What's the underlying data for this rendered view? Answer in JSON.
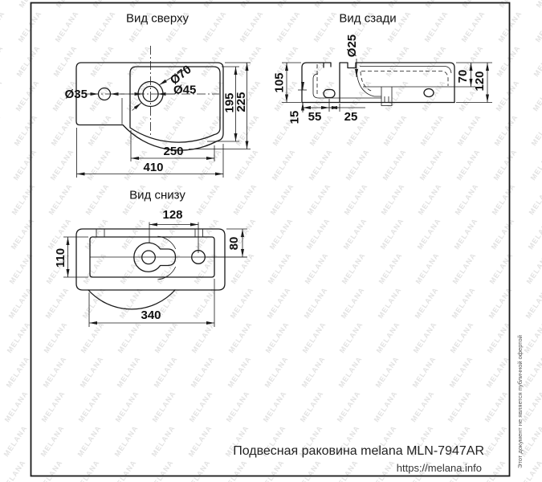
{
  "watermark": {
    "text": "MELANA",
    "color": "#e2e2e2"
  },
  "titles": {
    "top_view": "Вид сверху",
    "rear_view": "Вид сзади",
    "bottom_view": "Вид снизу"
  },
  "top_view": {
    "dims": {
      "d35": "Ø35",
      "d70": "Ø70",
      "d45": "Ø45",
      "h195": "195",
      "h225": "225",
      "w250": "250",
      "w410": "410"
    }
  },
  "rear_view": {
    "dims": {
      "d25": "Ø25",
      "h105": "105",
      "h15": "15",
      "w55": "55",
      "w25": "25",
      "h70": "70",
      "h120": "120"
    }
  },
  "bottom_view": {
    "dims": {
      "w128": "128",
      "h110": "110",
      "h80": "80",
      "w340": "340"
    }
  },
  "footer": {
    "caption": "Подвесная раковина melana MLN-7947AR",
    "url": "https://melana.info"
  },
  "side_note": "Этот документ не является публичной офертой"
}
